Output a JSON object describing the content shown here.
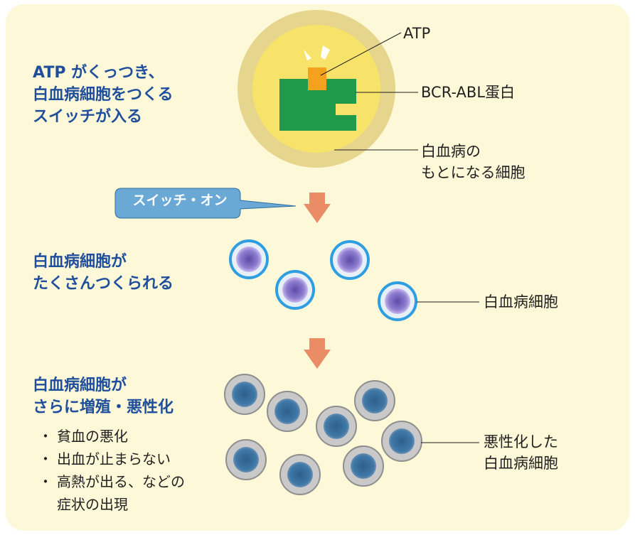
{
  "step1": {
    "headline": [
      "ATP がくっつき、",
      "白血病細胞をつくる",
      "スイッチが入る"
    ],
    "label_atp": "ATP",
    "label_protein": "BCR-ABL蛋白",
    "label_cell": [
      "白血病の",
      "もとになる細胞"
    ]
  },
  "callout": {
    "text": "スイッチ・オン"
  },
  "step2": {
    "headline": [
      "白血病細胞が",
      "たくさんつくられる"
    ],
    "label": "白血病細胞"
  },
  "step3": {
    "headline": [
      "白血病細胞が",
      "さらに増殖・悪性化"
    ],
    "symptoms": [
      "貧血の悪化",
      "出血が止まらない",
      "高熱が出る、などの"
    ],
    "symptom_continuation": "症状の出現",
    "bullet": "・",
    "label": [
      "悪性化した",
      "白血病細胞"
    ]
  },
  "colors": {
    "background": "#fdf8d8",
    "headline": "#1f4e9c",
    "outer_ring": "#e6d58c",
    "cell_fill": "#f7e36a",
    "protein": "#1f9a4a",
    "atp": "#f4a21e",
    "arrow": "#ea8c66",
    "callout": "#6aa8d6",
    "leukemia_ring": "#2e9ee0",
    "leukemia_core": "#7d6bc2",
    "malignant_ring": "#8e8e8e",
    "malignant_core": "#3c6e98"
  }
}
